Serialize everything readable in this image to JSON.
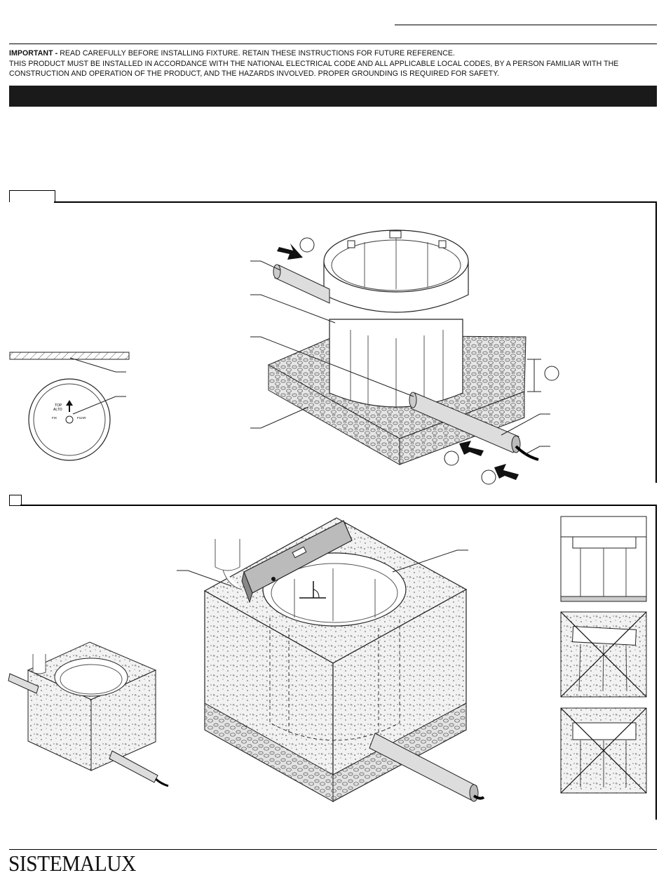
{
  "notice": {
    "important_label": "IMPORTANT -",
    "line1": " READ CAREFULLY BEFORE INSTALLING FIXTURE. RETAIN THESE INSTRUCTIONS FOR FUTURE REFERENCE.",
    "line2": "THIS PRODUCT MUST BE INSTALLED IN ACCORDANCE WITH THE NATIONAL ELECTRICAL CODE AND ALL APPLICABLE LOCAL CODES, BY A PERSON FAMILIAR WITH THE",
    "line3": "CONSTRUCTION AND OPERATION OF THE PRODUCT, AND THE HAZARDS INVOLVED. PROPER GROUNDING IS REQUIRED FOR SAFETY."
  },
  "fixture_top_view": {
    "top_label": "TOP",
    "alto_label": "ALTO",
    "left_label": "FIX",
    "right_label": "FIJAR"
  },
  "brand": {
    "name": "SISTEMALUX"
  }
}
